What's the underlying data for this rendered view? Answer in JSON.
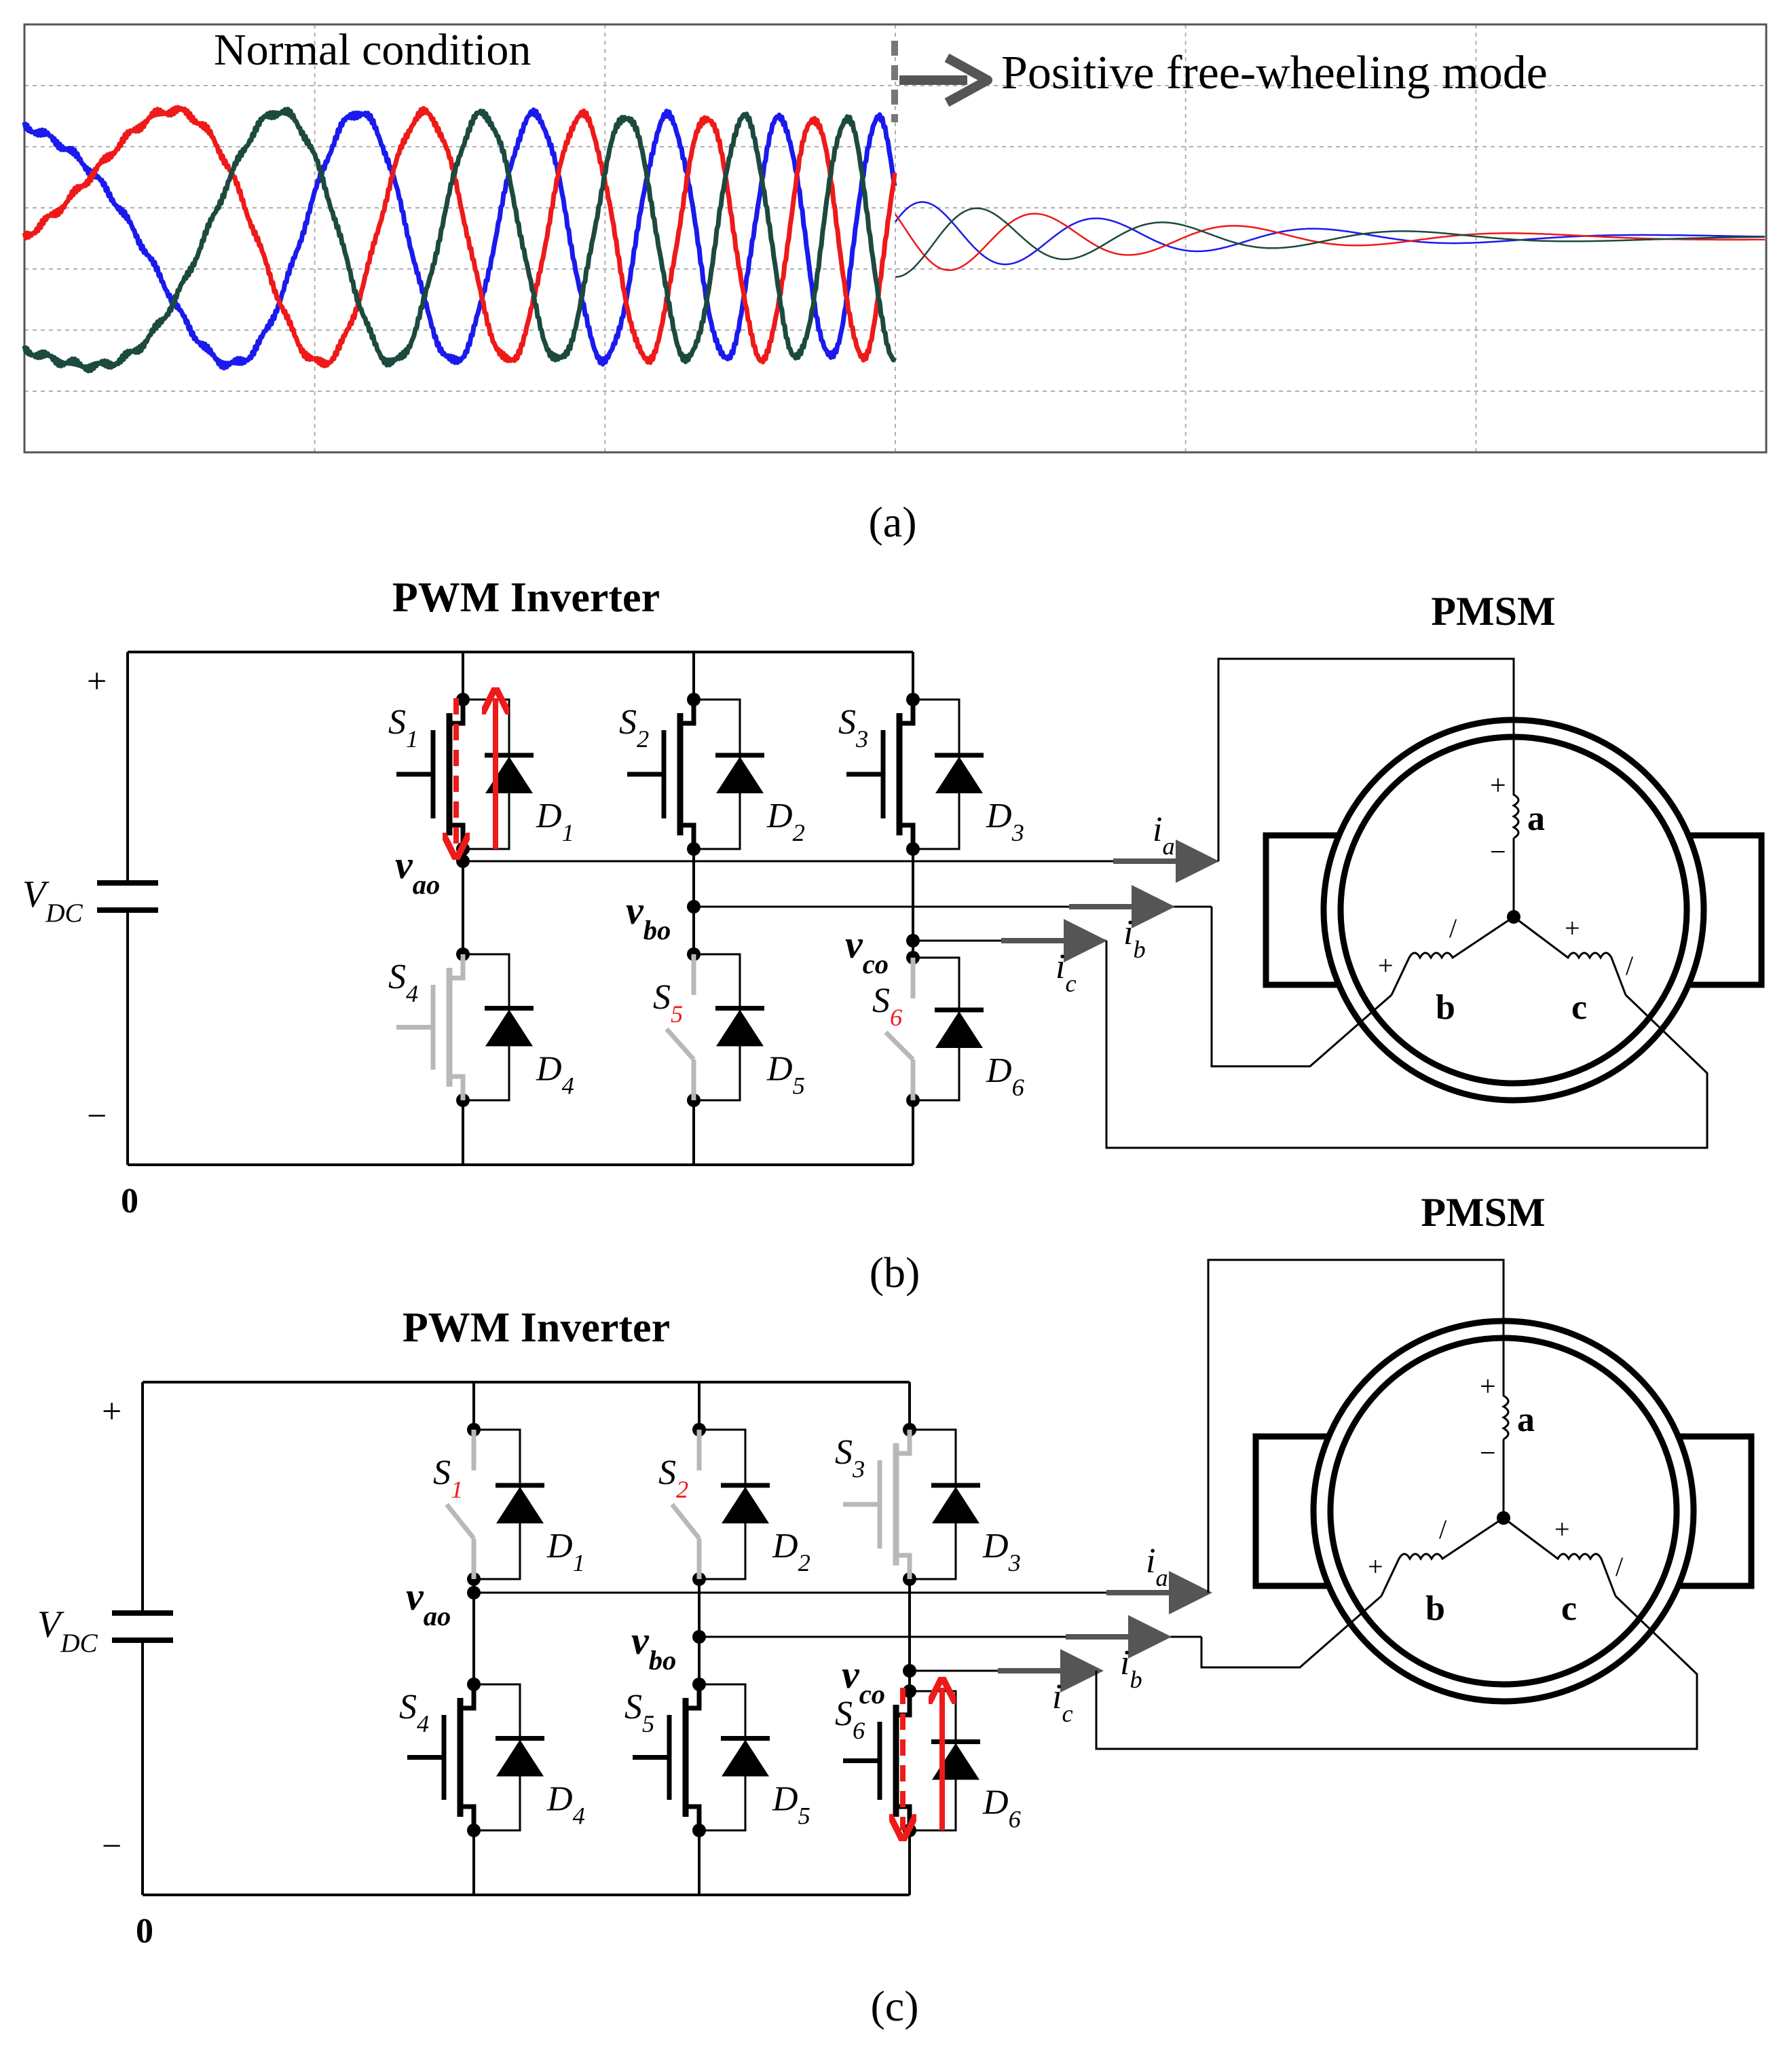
{
  "panel_a": {
    "label": "(a)",
    "annotation_normal": "Normal condition",
    "annotation_mode": "Positive free-wheeling mode",
    "colors": {
      "phase_blue": "#1a1aee",
      "phase_red": "#ee1a1a",
      "phase_green": "#1c4a3e",
      "grid": "#b0b0b0"
    },
    "grid": true,
    "fault_time_fraction": 0.5
  },
  "panel_b": {
    "label": "(b)",
    "title": "PWM Inverter",
    "motor_title": "PMSM",
    "supply": {
      "plus": "+",
      "minus": "−",
      "vdc": "V",
      "vdc_sub": "DC",
      "ground": "0"
    },
    "nodes": [
      {
        "v": "v",
        "sub": "ao"
      },
      {
        "v": "v",
        "sub": "bo"
      },
      {
        "v": "v",
        "sub": "co"
      }
    ],
    "switches": [
      {
        "s": "S",
        "sub": "1",
        "d": "D",
        "dsub": "1",
        "state": "on"
      },
      {
        "s": "S",
        "sub": "2",
        "d": "D",
        "dsub": "2",
        "state": "on"
      },
      {
        "s": "S",
        "sub": "3",
        "d": "D",
        "dsub": "3",
        "state": "on"
      },
      {
        "s": "S",
        "sub": "4",
        "d": "D",
        "dsub": "4",
        "state": "off"
      },
      {
        "s": "S",
        "sub": "5",
        "d": "D",
        "dsub": "5",
        "state": "open"
      },
      {
        "s": "S",
        "sub": "6",
        "d": "D",
        "dsub": "6",
        "state": "open"
      }
    ],
    "currents": [
      {
        "i": "i",
        "sub": "a"
      },
      {
        "i": "i",
        "sub": "b"
      },
      {
        "i": "i",
        "sub": "c"
      }
    ],
    "windings": [
      {
        "name": "a",
        "plus": "+",
        "minus": "−"
      },
      {
        "name": "b",
        "plus": "+",
        "minus": "/"
      },
      {
        "name": "c",
        "plus": "+",
        "minus": "/"
      }
    ]
  },
  "panel_c": {
    "label": "(c)",
    "title": "PWM Inverter",
    "motor_title": "PMSM",
    "supply": {
      "plus": "+",
      "minus": "−",
      "vdc": "V",
      "vdc_sub": "DC",
      "ground": "0"
    },
    "nodes": [
      {
        "v": "v",
        "sub": "ao"
      },
      {
        "v": "v",
        "sub": "bo"
      },
      {
        "v": "v",
        "sub": "co"
      }
    ],
    "switches": [
      {
        "s": "S",
        "sub": "1",
        "d": "D",
        "dsub": "1",
        "state": "open"
      },
      {
        "s": "S",
        "sub": "2",
        "d": "D",
        "dsub": "2",
        "state": "open"
      },
      {
        "s": "S",
        "sub": "3",
        "d": "D",
        "dsub": "3",
        "state": "off"
      },
      {
        "s": "S",
        "sub": "4",
        "d": "D",
        "dsub": "4",
        "state": "on"
      },
      {
        "s": "S",
        "sub": "5",
        "d": "D",
        "dsub": "5",
        "state": "on"
      },
      {
        "s": "S",
        "sub": "6",
        "d": "D",
        "dsub": "6",
        "state": "on"
      }
    ],
    "currents": [
      {
        "i": "i",
        "sub": "a"
      },
      {
        "i": "i",
        "sub": "b"
      },
      {
        "i": "i",
        "sub": "c"
      }
    ],
    "windings": [
      {
        "name": "a",
        "plus": "+",
        "minus": "−"
      },
      {
        "name": "b",
        "plus": "+",
        "minus": "/"
      },
      {
        "name": "c",
        "plus": "+",
        "minus": "/"
      }
    ]
  }
}
